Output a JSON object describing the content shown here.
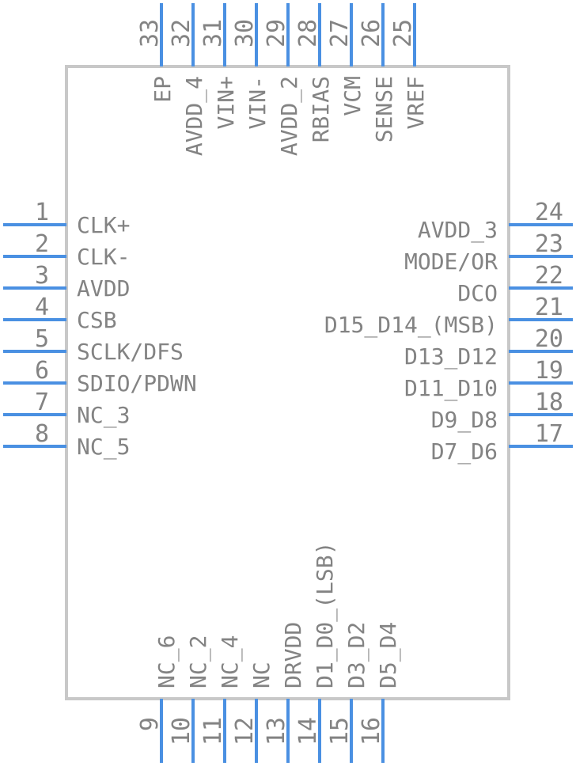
{
  "colors": {
    "body_stroke": "#c8c8c8",
    "pin": "#4a90e2",
    "text": "#838383",
    "background": "#ffffff"
  },
  "pins": {
    "left": [
      {
        "num": "1",
        "label": "CLK+"
      },
      {
        "num": "2",
        "label": "CLK-"
      },
      {
        "num": "3",
        "label": "AVDD"
      },
      {
        "num": "4",
        "label": "CSB"
      },
      {
        "num": "5",
        "label": "SCLK/DFS"
      },
      {
        "num": "6",
        "label": "SDIO/PDWN"
      },
      {
        "num": "7",
        "label": "NC_3"
      },
      {
        "num": "8",
        "label": "NC_5"
      }
    ],
    "bottom": [
      {
        "num": "9",
        "label": "NC_6"
      },
      {
        "num": "10",
        "label": "NC_2"
      },
      {
        "num": "11",
        "label": "NC_4"
      },
      {
        "num": "12",
        "label": "NC"
      },
      {
        "num": "13",
        "label": "DRVDD"
      },
      {
        "num": "14",
        "label": "D1_D0_(LSB)"
      },
      {
        "num": "15",
        "label": "D3_D2"
      },
      {
        "num": "16",
        "label": "D5_D4"
      }
    ],
    "right": [
      {
        "num": "17",
        "label": "D7_D6"
      },
      {
        "num": "18",
        "label": "D9_D8"
      },
      {
        "num": "19",
        "label": "D11_D10"
      },
      {
        "num": "20",
        "label": "D13_D12"
      },
      {
        "num": "21",
        "label": "D15_D14_(MSB)"
      },
      {
        "num": "22",
        "label": "DCO"
      },
      {
        "num": "23",
        "label": "MODE/OR"
      },
      {
        "num": "24",
        "label": "AVDD_3"
      }
    ],
    "top": [
      {
        "num": "25",
        "label": "VREF"
      },
      {
        "num": "26",
        "label": "SENSE"
      },
      {
        "num": "27",
        "label": "VCM"
      },
      {
        "num": "28",
        "label": "RBIAS"
      },
      {
        "num": "29",
        "label": "AVDD_2"
      },
      {
        "num": "30",
        "label": "VIN-"
      },
      {
        "num": "31",
        "label": "VIN+"
      },
      {
        "num": "32",
        "label": "AVDD_4"
      },
      {
        "num": "33",
        "label": "EP"
      }
    ]
  }
}
